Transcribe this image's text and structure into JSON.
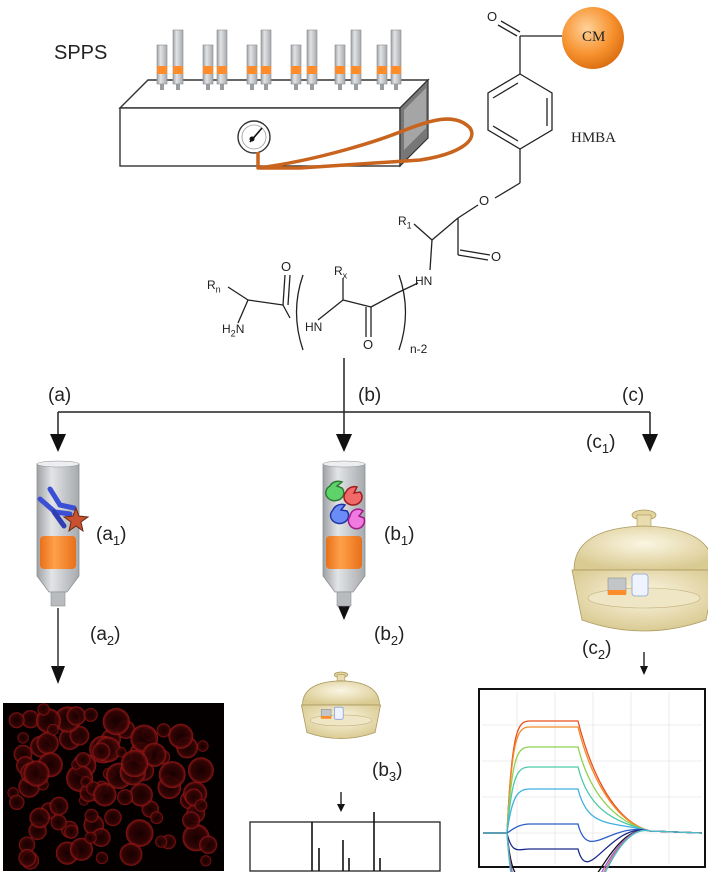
{
  "labels": {
    "spps": "SPPS",
    "cm": "CM",
    "hmba": "HMBA",
    "o_top": "O",
    "o_ester": "O",
    "o_ester2": "O",
    "o_amide1": "O",
    "o_amide2": "O",
    "r1": "R",
    "r1_sub": "1",
    "rx": "R",
    "rx_sub": "x",
    "rn": "R",
    "rn_sub": "n",
    "hn1": "HN",
    "hn2": "HN",
    "h2n": "H",
    "h2n_sub": "2",
    "h2n_n": "N",
    "n2": "n-2",
    "branch_a": "(a)",
    "branch_b": "(b)",
    "branch_c": "(c)",
    "a1": "(a",
    "a1_sub": "1",
    "a2": "(a",
    "a2_sub": "2",
    "b1": "(b",
    "b1_sub": "1",
    "b2": "(b",
    "b2_sub": "2",
    "b3": "(b",
    "b3_sub": "3",
    "c1": "(c",
    "c1_sub": "1",
    "c2": "(c",
    "c2_sub": "2",
    "close": ")"
  },
  "colors": {
    "orange": "#f5883a",
    "resin_orange": "#ff8c2a",
    "wire": "#c8641e",
    "tube": "#d4d6d8",
    "antibody": "#3b4fd6",
    "star": "#c8512f",
    "glass": "#e8dcb0"
  },
  "icons": [
    "spps-block-icon",
    "syringe-icon",
    "gauge-icon",
    "desiccator-icon",
    "antibody-icon",
    "star-icon",
    "enzyme-icon",
    "beaker-icon"
  ]
}
